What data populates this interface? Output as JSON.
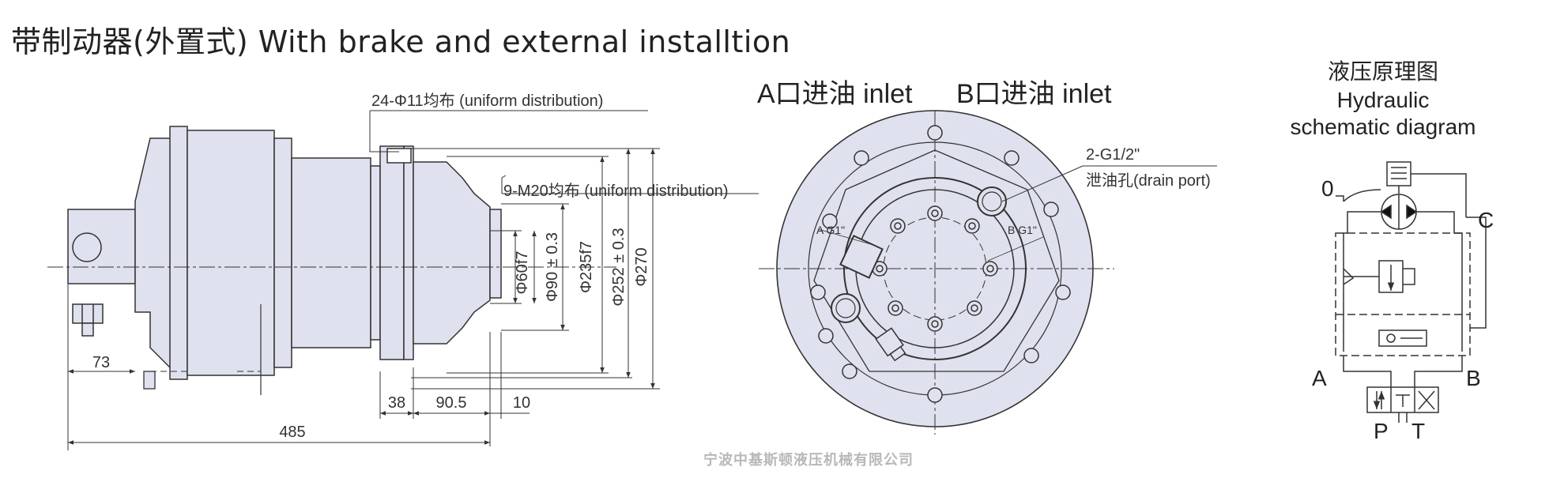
{
  "title": "带制动器(外置式) With brake and external installtion",
  "side_view": {
    "bolt_note": "24-Φ11均布 (uniform distribution)",
    "thread_note": "9-M20均布 (uniform distribution)",
    "dim_60": "Φ60f7",
    "dim_90": "Φ90 ± 0.3",
    "dim_235": "Φ235f7",
    "dim_252": "Φ252 ± 0.3",
    "dim_270": "Φ270",
    "dim_73": "73",
    "dim_38": "38",
    "dim_90_5": "90.5",
    "dim_10": "10",
    "dim_485": "485"
  },
  "front_view": {
    "inlet_a": "A口进油 inlet",
    "inlet_b": "B口进油  inlet",
    "drain_size": "2-G1/2\"",
    "drain_port": "泄油孔(drain port)",
    "port_a": "A G1\"",
    "port_b": "B G1\""
  },
  "schematic": {
    "title_cn": "液压原理图",
    "title_en_1": "Hydraulic",
    "title_en_2": "schematic diagram",
    "label_0": "0",
    "label_c": "C",
    "label_a": "A",
    "label_b": "B",
    "label_p": "P",
    "label_t": "T"
  },
  "watermark": "宁波中基斯顿液压机械有限公司",
  "colors": {
    "body_fill": "#dfe2ee",
    "line": "#333333"
  }
}
